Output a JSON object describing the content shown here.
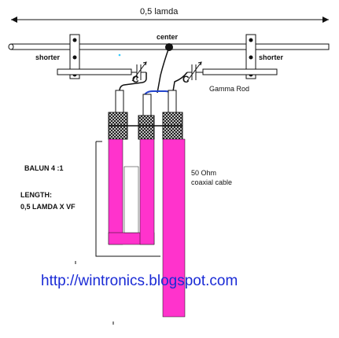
{
  "labels": {
    "width": "0,5 lamda",
    "center": "center",
    "shorter_left": "shorter",
    "shorter_right": "shorter",
    "cap_left": "C",
    "cap_right": "C",
    "gamma_rod": "Gamma Rod",
    "balun": "BALUN 4 :1",
    "length_title": "LENGTH:",
    "length_value": "0,5 LAMDA X VF",
    "coax_line1": "50 Ohm",
    "coax_line2": "coaxial cable",
    "url": "http://wintronics.blogspot.com"
  },
  "colors": {
    "ink": "#111111",
    "balun_loop": "#ff33cc",
    "link_wire": "#2244cc",
    "url_text": "#1a2bd6",
    "cap_marker": "#33ccff"
  }
}
